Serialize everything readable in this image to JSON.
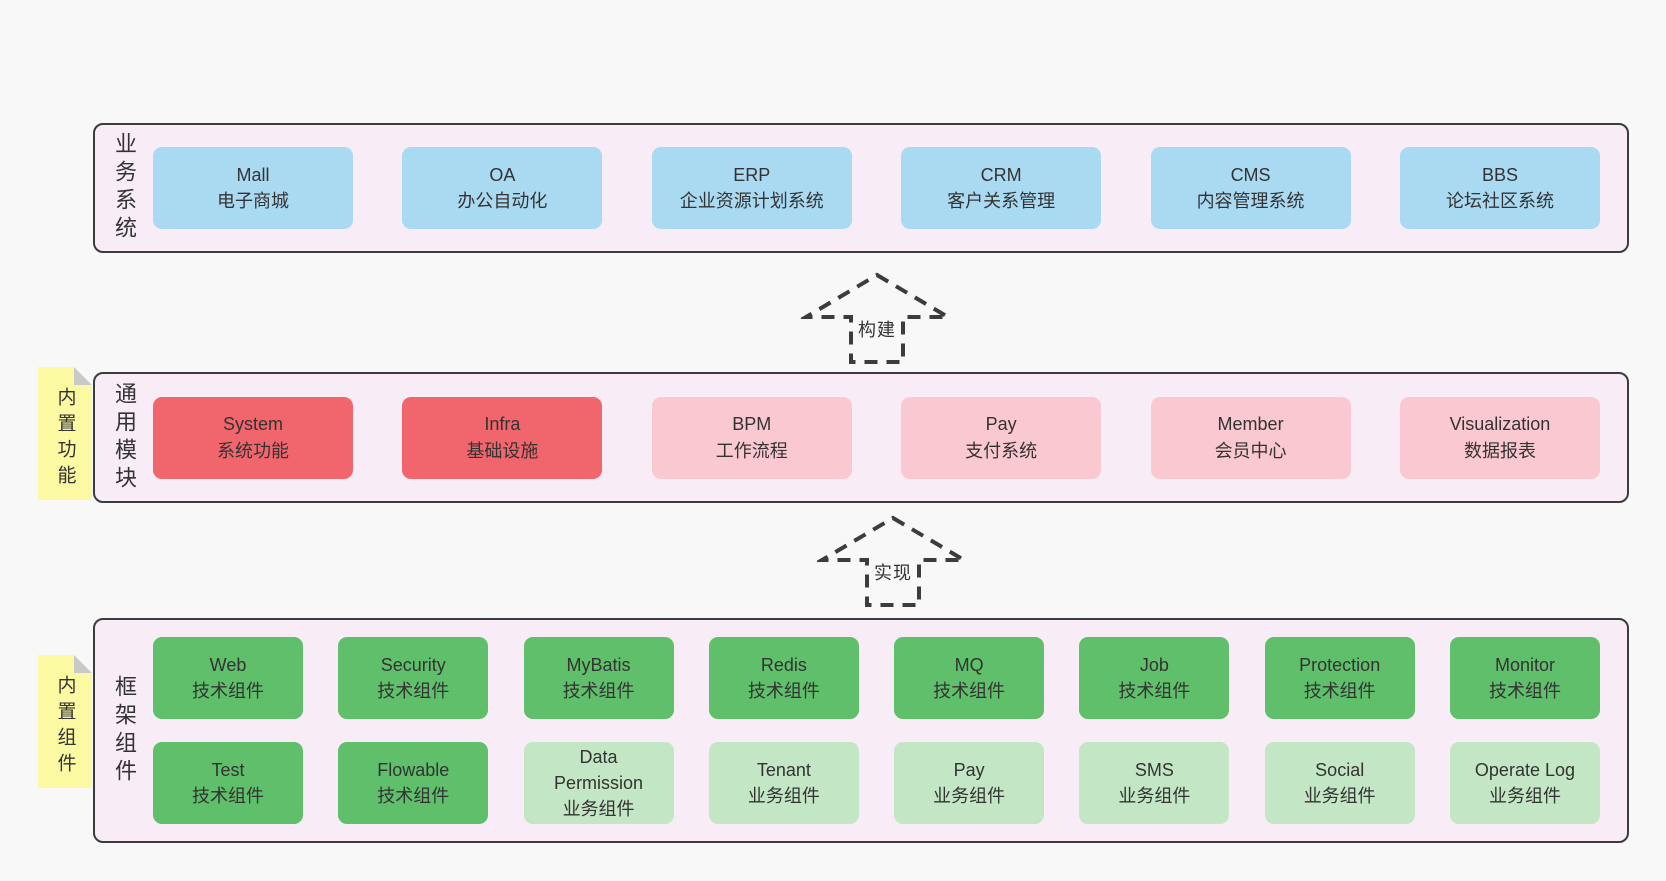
{
  "colors": {
    "page_bg": "#f8f8f8",
    "band_bg": "#f8edf6",
    "band_border": "#3c3c3c",
    "box_blue": "#aad9f2",
    "box_red": "#f1656c",
    "box_pink": "#f9c8d0",
    "box_green_dark": "#5fbf6a",
    "box_green_light": "#c3e6c4",
    "note_yellow": "#fbf9a2",
    "note_fold_gray": "#c9c9c9",
    "text": "#333333"
  },
  "notes": [
    {
      "text": "内置功能"
    },
    {
      "text": "内置组件"
    }
  ],
  "arrows": [
    {
      "label": "构建"
    },
    {
      "label": "实现"
    }
  ],
  "bands": [
    {
      "label": "业务系统",
      "boxes": [
        {
          "name": "Mall",
          "desc": "电子商城",
          "variant": "blue"
        },
        {
          "name": "OA",
          "desc": "办公自动化",
          "variant": "blue"
        },
        {
          "name": "ERP",
          "desc": "企业资源计划系统",
          "variant": "blue"
        },
        {
          "name": "CRM",
          "desc": "客户关系管理",
          "variant": "blue"
        },
        {
          "name": "CMS",
          "desc": "内容管理系统",
          "variant": "blue"
        },
        {
          "name": "BBS",
          "desc": "论坛社区系统",
          "variant": "blue"
        }
      ]
    },
    {
      "label": "通用模块",
      "boxes": [
        {
          "name": "System",
          "desc": "系统功能",
          "variant": "red"
        },
        {
          "name": "Infra",
          "desc": "基础设施",
          "variant": "red"
        },
        {
          "name": "BPM",
          "desc": "工作流程",
          "variant": "pink"
        },
        {
          "name": "Pay",
          "desc": "支付系统",
          "variant": "pink"
        },
        {
          "name": "Member",
          "desc": "会员中心",
          "variant": "pink"
        },
        {
          "name": "Visualization",
          "desc": "数据报表",
          "variant": "pink"
        }
      ]
    },
    {
      "label": "框架组件",
      "rows": [
        [
          {
            "name": "Web",
            "desc": "技术组件",
            "variant": "green-dark"
          },
          {
            "name": "Security",
            "desc": "技术组件",
            "variant": "green-dark"
          },
          {
            "name": "MyBatis",
            "desc": "技术组件",
            "variant": "green-dark"
          },
          {
            "name": "Redis",
            "desc": "技术组件",
            "variant": "green-dark"
          },
          {
            "name": "MQ",
            "desc": "技术组件",
            "variant": "green-dark"
          },
          {
            "name": "Job",
            "desc": "技术组件",
            "variant": "green-dark"
          },
          {
            "name": "Protection",
            "desc": "技术组件",
            "variant": "green-dark"
          },
          {
            "name": "Monitor",
            "desc": "技术组件",
            "variant": "green-dark"
          }
        ],
        [
          {
            "name": "Test",
            "desc": "技术组件",
            "variant": "green-dark"
          },
          {
            "name": "Flowable",
            "desc": "技术组件",
            "variant": "green-dark"
          },
          {
            "name": "Data Permission",
            "desc": "业务组件",
            "variant": "green-light"
          },
          {
            "name": "Tenant",
            "desc": "业务组件",
            "variant": "green-light"
          },
          {
            "name": "Pay",
            "desc": "业务组件",
            "variant": "green-light"
          },
          {
            "name": "SMS",
            "desc": "业务组件",
            "variant": "green-light"
          },
          {
            "name": "Social",
            "desc": "业务组件",
            "variant": "green-light"
          },
          {
            "name": "Operate Log",
            "desc": "业务组件",
            "variant": "green-light"
          }
        ]
      ]
    }
  ]
}
